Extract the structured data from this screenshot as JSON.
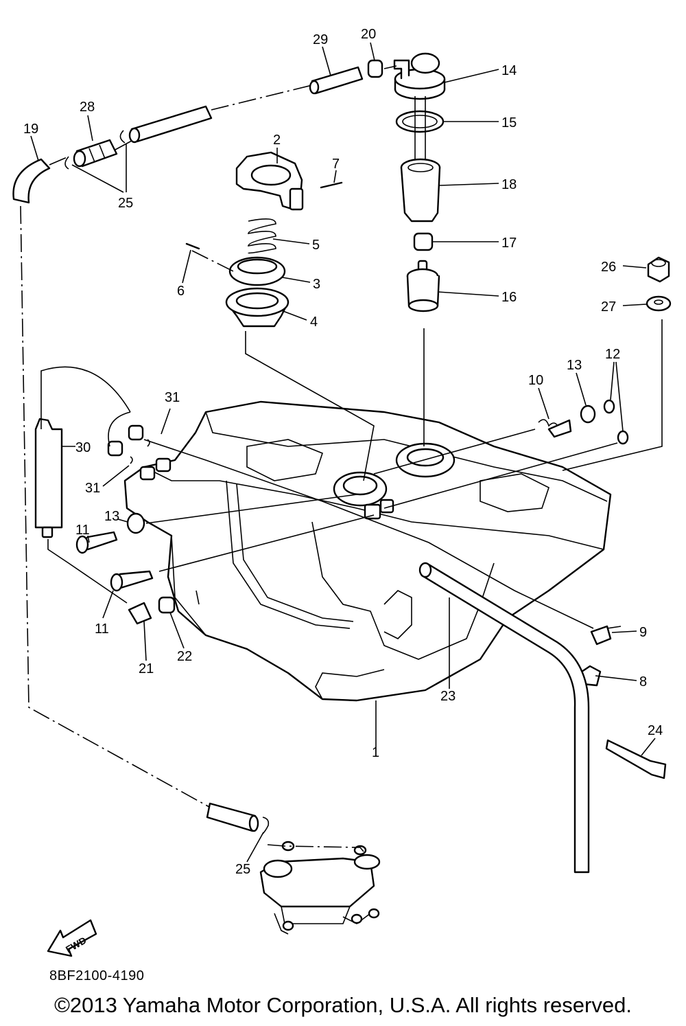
{
  "diagram": {
    "code": "8BF2100-4190",
    "copyright": "©2013 Yamaha Motor Corporation, U.S.A. All rights reserved.",
    "fwd_label": "FWD",
    "callouts": [
      {
        "id": "c1",
        "label": "1"
      },
      {
        "id": "c2",
        "label": "2"
      },
      {
        "id": "c3",
        "label": "3"
      },
      {
        "id": "c4",
        "label": "4"
      },
      {
        "id": "c5",
        "label": "5"
      },
      {
        "id": "c6",
        "label": "6"
      },
      {
        "id": "c7",
        "label": "7"
      },
      {
        "id": "c8",
        "label": "8"
      },
      {
        "id": "c9",
        "label": "9"
      },
      {
        "id": "c10",
        "label": "10"
      },
      {
        "id": "c11a",
        "label": "11"
      },
      {
        "id": "c11b",
        "label": "11"
      },
      {
        "id": "c12",
        "label": "12"
      },
      {
        "id": "c13a",
        "label": "13"
      },
      {
        "id": "c13b",
        "label": "13"
      },
      {
        "id": "c14",
        "label": "14"
      },
      {
        "id": "c15",
        "label": "15"
      },
      {
        "id": "c16",
        "label": "16"
      },
      {
        "id": "c17",
        "label": "17"
      },
      {
        "id": "c18",
        "label": "18"
      },
      {
        "id": "c19",
        "label": "19"
      },
      {
        "id": "c20",
        "label": "20"
      },
      {
        "id": "c21",
        "label": "21"
      },
      {
        "id": "c22",
        "label": "22"
      },
      {
        "id": "c23",
        "label": "23"
      },
      {
        "id": "c24",
        "label": "24"
      },
      {
        "id": "c25a",
        "label": "25"
      },
      {
        "id": "c25b",
        "label": "25"
      },
      {
        "id": "c26",
        "label": "26"
      },
      {
        "id": "c27",
        "label": "27"
      },
      {
        "id": "c28",
        "label": "28"
      },
      {
        "id": "c29",
        "label": "29"
      },
      {
        "id": "c30",
        "label": "30"
      },
      {
        "id": "c31a",
        "label": "31"
      },
      {
        "id": "c31b",
        "label": "31"
      }
    ]
  }
}
